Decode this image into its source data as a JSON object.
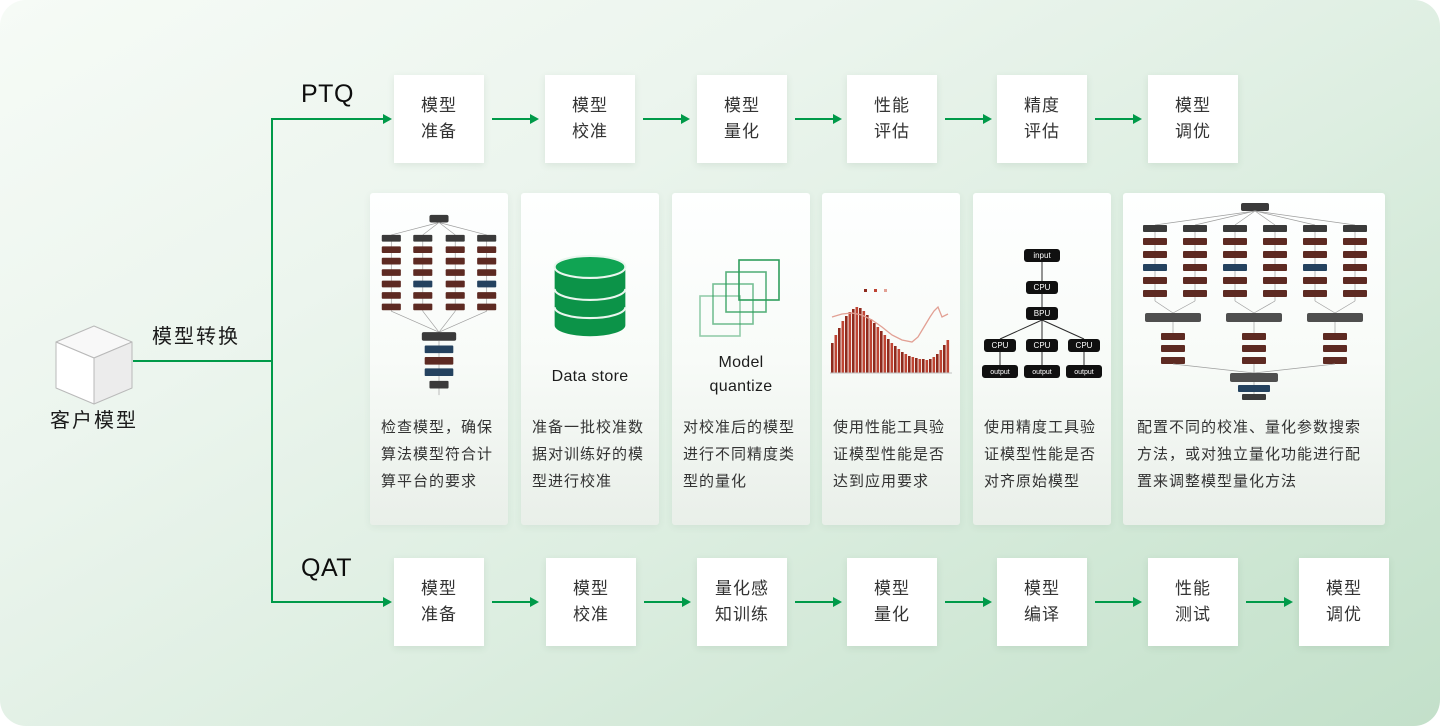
{
  "diagram": {
    "source_label": "客户模型",
    "transition_label": "模型转换"
  },
  "ptq": {
    "label": "PTQ",
    "steps": [
      "模型\n准备",
      "模型\n校准",
      "模型\n量化",
      "性能\n评估",
      "精度\n评估",
      "模型\n调优"
    ]
  },
  "qat": {
    "label": "QAT",
    "steps": [
      "模型\n准备",
      "模型\n校准",
      "量化感\n知训练",
      "模型\n量化",
      "模型\n编译",
      "性能\n测试",
      "模型\n调优"
    ]
  },
  "cards": [
    {
      "icon": "model-graph-icon",
      "text": "检查模型，确保算法模型符合计算平台的要求"
    },
    {
      "icon": "database-icon",
      "caption": "Data store",
      "text": "准备一批校准数据对训练好的模型进行校准"
    },
    {
      "icon": "quantize-layers-icon",
      "caption": "Model\nquantize",
      "text": "对校准后的模型进行不同精度类型的量化"
    },
    {
      "icon": "bar-chart-icon",
      "text": "使用性能工具验证模型性能是否达到应用要求"
    },
    {
      "icon": "pipeline-flow-icon",
      "flow": {
        "nodes": [
          "input",
          "CPU",
          "BPU",
          "CPU",
          "CPU",
          "CPU",
          "output",
          "output",
          "output"
        ]
      },
      "text": "使用精度工具验证模型性能是否对齐原始模型"
    },
    {
      "icon": "model-graph-large-icon",
      "text": "配置不同的校准、量化参数搜索方法，或对独立量化功能进行配置来调整模型量化方法"
    }
  ],
  "colors": {
    "accent_green": "#009a49",
    "cylinder_green": "#0c9348",
    "bar_red_dark": "#8f2a1d",
    "bar_red": "#bf4433",
    "node_maroon": "#5d2a22",
    "node_navy": "#24425f",
    "node_dark": "#3a3a3a"
  }
}
